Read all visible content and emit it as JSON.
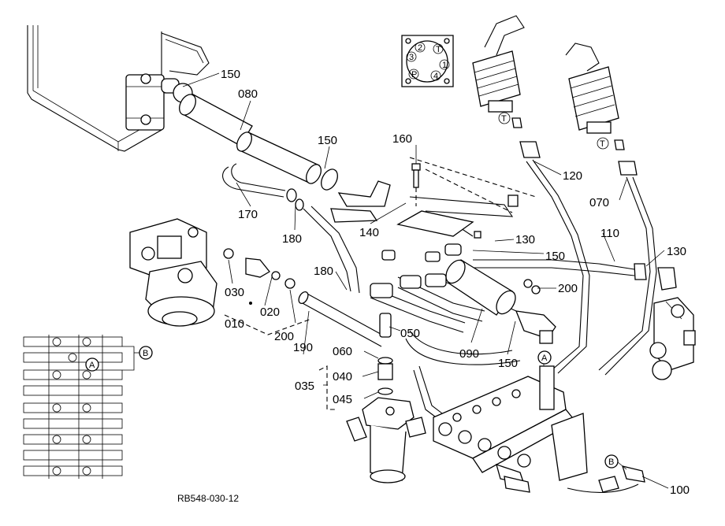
{
  "part_labels": [
    "150",
    "080",
    "150",
    "170",
    "180",
    "160",
    "140",
    "130",
    "150",
    "110",
    "130",
    "120",
    "070",
    "030",
    "020",
    "010",
    "200",
    "180",
    "190",
    "050",
    "200",
    "090",
    "150",
    "060",
    "040",
    "035",
    "045",
    "100"
  ],
  "markers": {
    "a1": "A",
    "a2": "A",
    "b1": "B",
    "b2": "B"
  },
  "port_symbols": [
    "2",
    "T",
    "3",
    "1",
    "P",
    "4"
  ],
  "tank_marks": [
    "T",
    "T"
  ],
  "reference": "RB548-030-12"
}
